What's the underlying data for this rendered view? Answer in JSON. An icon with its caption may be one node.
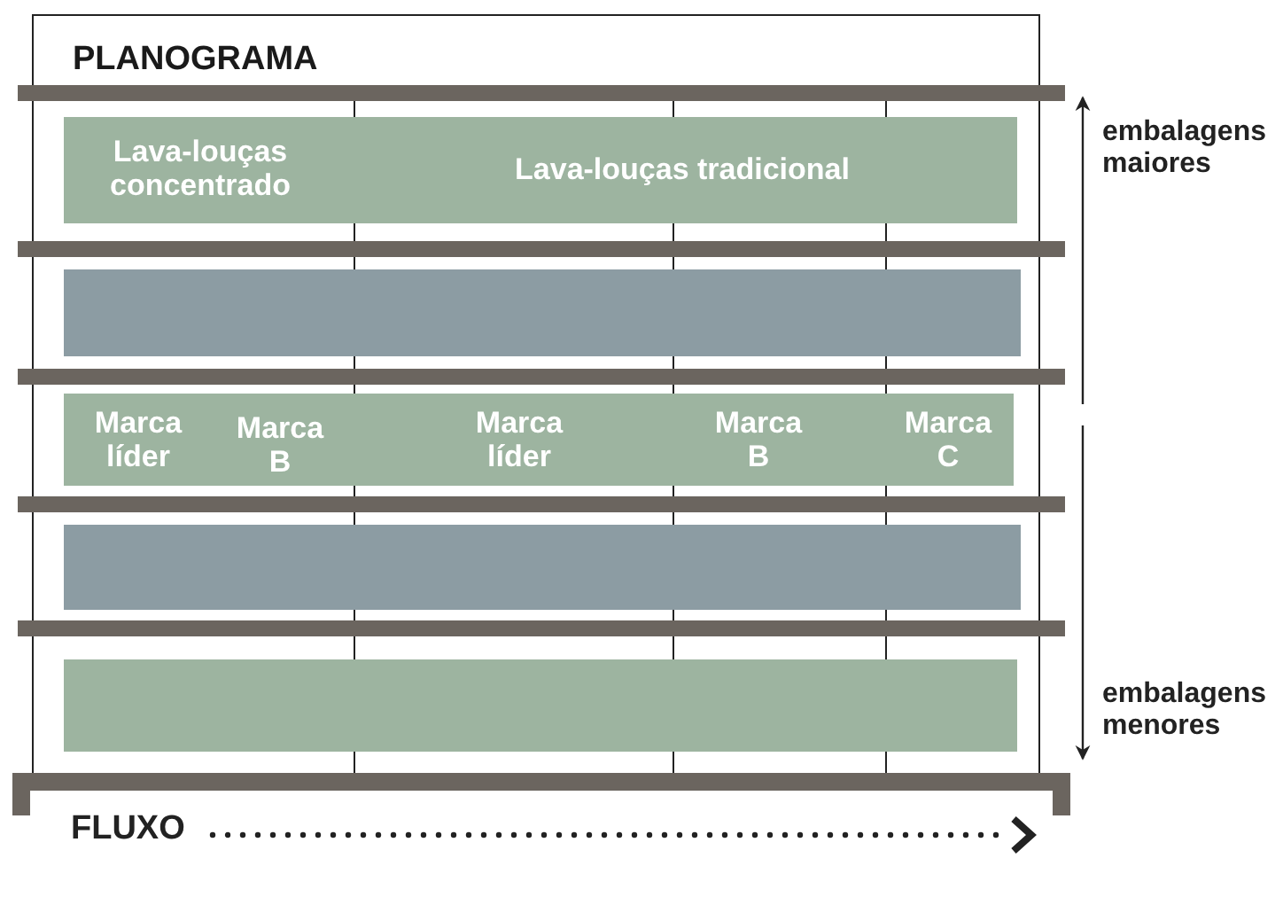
{
  "diagram": {
    "title": "PLANOGRAMA",
    "nodes": [
      {
        "text": [
          "Lava-louças concentrado",
          "Lava-louças tradicional"
        ]
      },
      {
        "text": [],
        "shape": "box"
      },
      {
        "text": [
          "Marca líder",
          "Marca B",
          "Marca líder",
          "Marca B",
          "Marca C"
        ]
      },
      {
        "text": [],
        "shape": "box"
      },
      {
        "text": [],
        "shape": "box"
      }
    ],
    "labels": [
      "embalagens maiores",
      "embalagens menores",
      "FLUXO"
    ]
  }
}
